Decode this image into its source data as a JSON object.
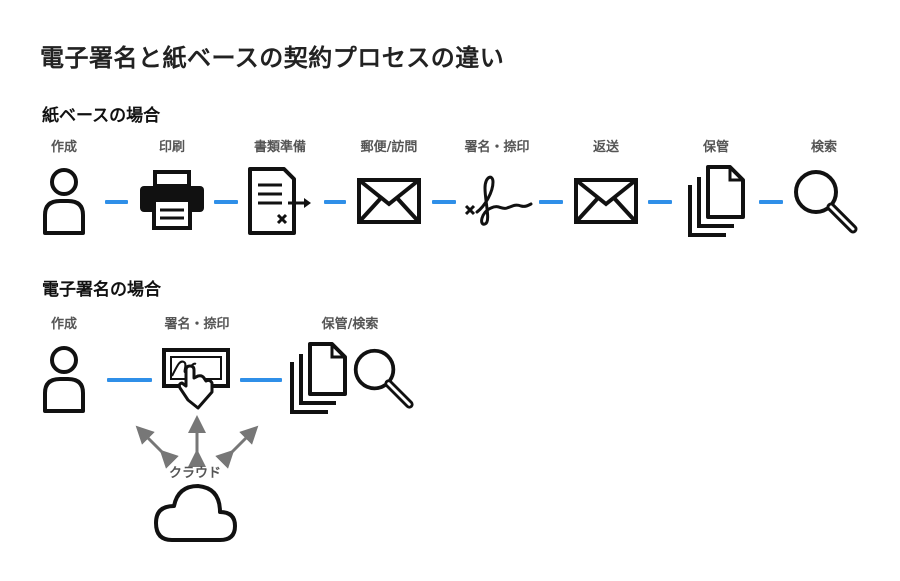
{
  "title": "電子署名と紙ベースの契約プロセスの違い",
  "paper": {
    "heading": "紙ベースの場合",
    "steps": [
      {
        "label": "作成",
        "icon": "person-icon"
      },
      {
        "label": "印刷",
        "icon": "printer-icon"
      },
      {
        "label": "書類準備",
        "icon": "document-prep-icon"
      },
      {
        "label": "郵便/訪問",
        "icon": "envelope-icon"
      },
      {
        "label": "署名・捺印",
        "icon": "signature-icon"
      },
      {
        "label": "返送",
        "icon": "envelope-icon"
      },
      {
        "label": "保管",
        "icon": "documents-stack-icon"
      },
      {
        "label": "検索",
        "icon": "magnifier-icon"
      }
    ]
  },
  "electronic": {
    "heading": "電子署名の場合",
    "steps": [
      {
        "label": "作成",
        "icon": "person-icon"
      },
      {
        "label": "署名・捺印",
        "icon": "touch-sign-icon"
      },
      {
        "label": "保管/検索",
        "icon": "documents-stack-icon"
      }
    ],
    "cloud_label": "クラウド"
  },
  "colors": {
    "connector": "#2f8fe8",
    "arrow": "#777777",
    "icon": "#111111"
  }
}
